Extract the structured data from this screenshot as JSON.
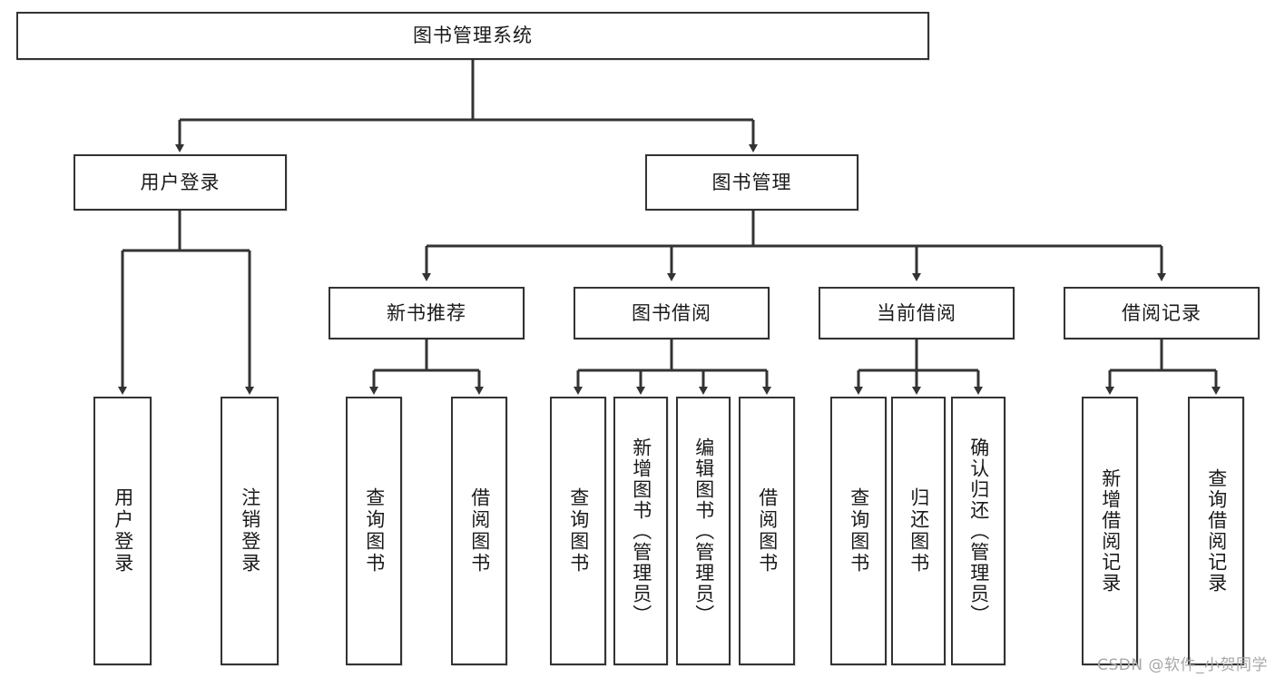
{
  "diagram": {
    "type": "tree-hierarchy",
    "title": "图书管理系统",
    "root": {
      "id": "root",
      "label": "图书管理系统"
    },
    "level1": [
      {
        "id": "user-login",
        "label": "用户登录"
      },
      {
        "id": "book-manage",
        "label": "图书管理"
      }
    ],
    "level2": [
      {
        "id": "new-book-recommend",
        "label": "新书推荐",
        "parent": "book-manage"
      },
      {
        "id": "book-borrow",
        "label": "图书借阅",
        "parent": "book-manage"
      },
      {
        "id": "current-borrow",
        "label": "当前借阅",
        "parent": "book-manage"
      },
      {
        "id": "borrow-record",
        "label": "借阅记录",
        "parent": "book-manage"
      }
    ],
    "leaves": [
      {
        "id": "leaf-user-login",
        "label": "用户登录",
        "parent": "user-login"
      },
      {
        "id": "leaf-logout-login",
        "label": "注销登录",
        "parent": "user-login"
      },
      {
        "id": "leaf-query-book-1",
        "label": "查询图书",
        "parent": "new-book-recommend"
      },
      {
        "id": "leaf-borrow-book-1",
        "label": "借阅图书",
        "parent": "new-book-recommend"
      },
      {
        "id": "leaf-query-book-2",
        "label": "查询图书",
        "parent": "book-borrow"
      },
      {
        "id": "leaf-add-book",
        "label": "新增图书（管理员）",
        "parent": "book-borrow"
      },
      {
        "id": "leaf-edit-book",
        "label": "编辑图书（管理员）",
        "parent": "book-borrow"
      },
      {
        "id": "leaf-borrow-book-2",
        "label": "借阅图书",
        "parent": "book-borrow"
      },
      {
        "id": "leaf-query-book-3",
        "label": "查询图书",
        "parent": "current-borrow"
      },
      {
        "id": "leaf-return-book",
        "label": "归还图书",
        "parent": "current-borrow"
      },
      {
        "id": "leaf-confirm-return",
        "label": "确认归还（管理员）",
        "parent": "current-borrow"
      },
      {
        "id": "leaf-add-record",
        "label": "新增借阅记录",
        "parent": "borrow-record"
      },
      {
        "id": "leaf-query-record",
        "label": "查询借阅记录",
        "parent": "borrow-record"
      }
    ],
    "watermark": "CSDN @软件_小贺同学",
    "colors": {
      "border": "#333333",
      "background": "#ffffff",
      "text": "#1a1a1a",
      "watermark": "#a8a8a8"
    }
  }
}
